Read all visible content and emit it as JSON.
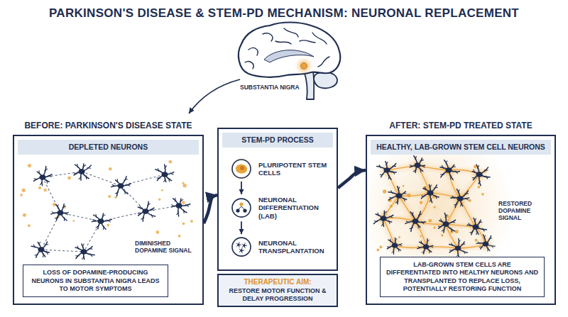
{
  "diagram": {
    "title": "PARKINSON'S DISEASE & STEM-PD MECHANISM: NEURONAL REPLACEMENT",
    "nodes": [
      {
        "text": [
          "BEFORE: PARKINSON'S DISEASE STATE",
          "DEPLETED NEURONS"
        ]
      },
      {
        "text": [
          "LOSS OF DOPAMINE-PRODUCING NEURONS IN SUBSTANTIA NIGRA LEADS TO MOTOR SYMPTOMS"
        ],
        "in": 0
      },
      {
        "text": [
          "STEM-PD PROCESS"
        ]
      },
      {
        "text": [
          "PLURIPOTENT STEM CELLS"
        ],
        "in": 2
      },
      {
        "text": [
          "NEURONAL DIFFERENTIATION (LAB)"
        ],
        "in": 2
      },
      {
        "text": [
          "NEURONAL TRANSPLANTATION"
        ],
        "in": 2
      },
      {
        "text": [
          "THERAPEUTIC AIM:",
          "RESTORE MOTOR FUNCTION & DELAY PROGRESSION"
        ]
      },
      {
        "text": [
          "AFTER: STEM-PD TREATED STATE",
          "HEALTHY, LAB-GROWN STEM CELL NEURONS"
        ]
      },
      {
        "text": [
          "LAB-GROWN STEM CELLS ARE DIFFERENTIATED INTO HEALTHY NEURONS AND TRANSPLANTED TO REPLACE LOSS, POTENTIALLY RESTORING FUNCTION"
        ],
        "in": 7
      }
    ],
    "edges": [
      {
        "from": 0,
        "to": 2,
        "arrow": "to"
      },
      {
        "from": 2,
        "to": 7,
        "arrow": "to"
      },
      {
        "from": 3,
        "to": 4,
        "arrow": "to"
      },
      {
        "from": 4,
        "to": 5,
        "arrow": "to"
      }
    ],
    "labels": [
      "SUBSTANTIA NIGRA",
      "DIMINISHED DOPAMINE SIGNAL",
      "RESTORED DOPAMINE SIGNAL"
    ]
  }
}
